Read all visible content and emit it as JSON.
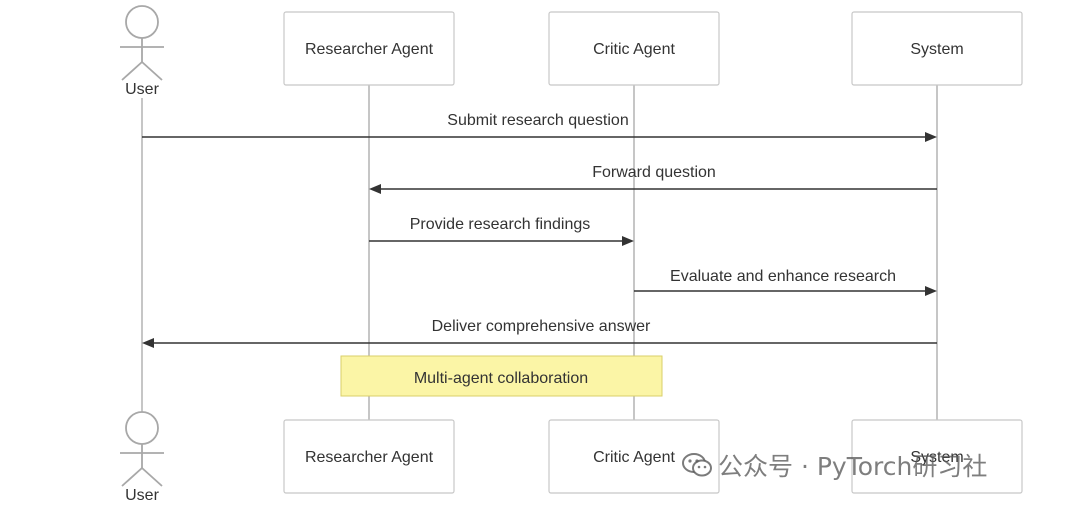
{
  "participants": {
    "user": "User",
    "researcher": "Researcher Agent",
    "critic": "Critic Agent",
    "system": "System"
  },
  "messages": [
    {
      "from": "user",
      "to": "system",
      "label": "Submit research question"
    },
    {
      "from": "system",
      "to": "researcher",
      "label": "Forward question"
    },
    {
      "from": "researcher",
      "to": "critic",
      "label": "Provide research findings"
    },
    {
      "from": "critic",
      "to": "system",
      "label": "Evaluate and enhance research"
    },
    {
      "from": "system",
      "to": "user",
      "label": "Deliver comprehensive answer"
    }
  ],
  "note": {
    "text": "Multi-agent collaboration",
    "color": "#fbf5a6"
  },
  "watermark": {
    "text": "公众号 · PyTorch研习社",
    "icon": "wechat-icon"
  }
}
